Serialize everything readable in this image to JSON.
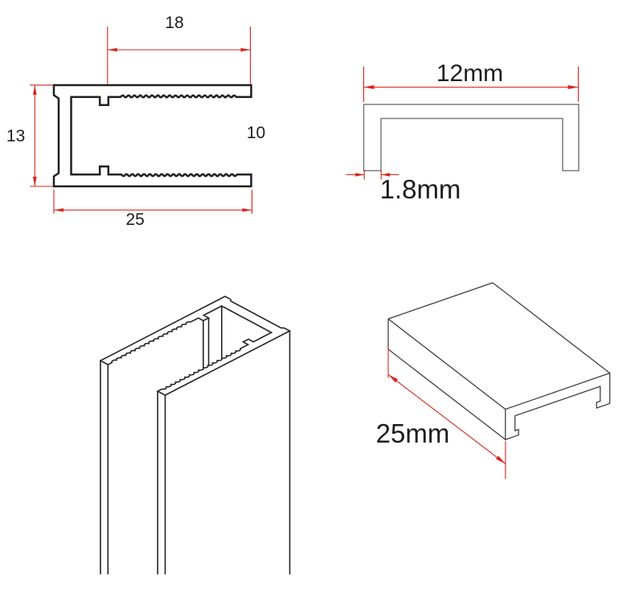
{
  "document": {
    "title": "Aluminium U-channel profile dimension drawing",
    "background": "#ffffff"
  },
  "colors": {
    "profile_outline": "#231f20",
    "thin_outline": "#7a7a7a",
    "dimension_red": "#d9251d",
    "label_text": "#1d1d1b"
  },
  "figures": {
    "cross_section": {
      "name": "channel profile cross-section",
      "labels": {
        "groove_width": "18",
        "overall_height": "13",
        "opening_height": "10",
        "overall_width": "25"
      }
    },
    "end_view": {
      "name": "cap end view",
      "labels": {
        "overall_width": "12mm",
        "wall_thickness": "1.8mm"
      }
    },
    "profile_3d": {
      "name": "channel profile 3D view"
    },
    "cap_3d": {
      "name": "cap 3D view",
      "labels": {
        "length": "25mm"
      }
    }
  }
}
